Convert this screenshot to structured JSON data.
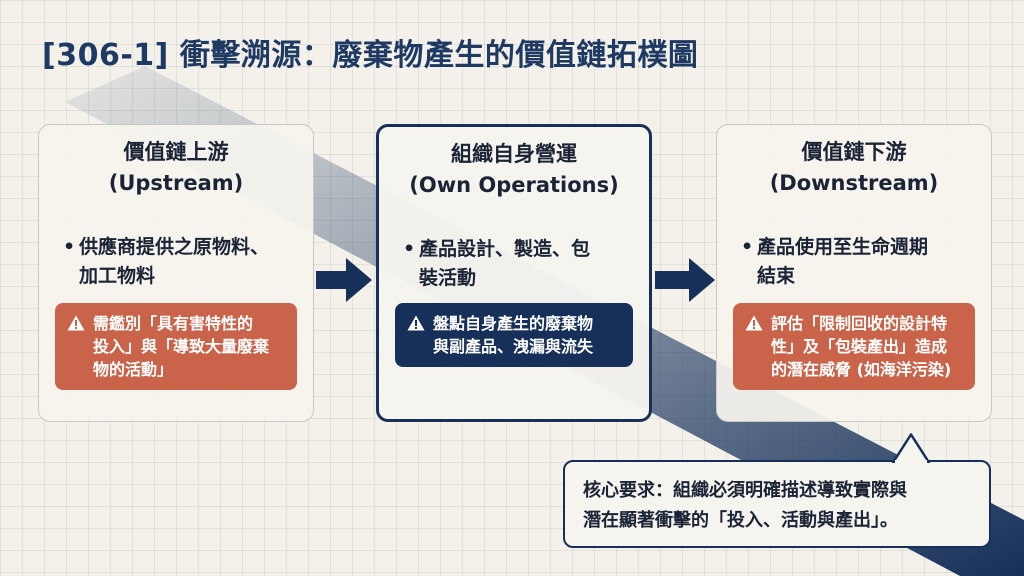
{
  "title": "[306-1] 衝擊溯源：廢棄物產生的價值鏈拓樸圖",
  "upstream": {
    "name": "價值鏈上游",
    "name_en": "(Upstream)",
    "bullet_line1": "供應商提供之原物料、",
    "bullet_line2": "加工物料",
    "warning_line1": "需鑑別「具有害特性的",
    "warning_line2": "投入」與「導致大量廢棄",
    "warning_line3": "物的活動」"
  },
  "operations": {
    "name": "組織自身營運",
    "name_en": "(Own Operations)",
    "bullet_line1": "產品設計、製造、包",
    "bullet_line2": "裝活動",
    "warning_line1": "盤點自身產生的廢棄物",
    "warning_line2": "與副產品、洩漏與流失"
  },
  "downstream": {
    "name": "價值鏈下游",
    "name_en": "(Downstream)",
    "bullet_line1": "產品使用至生命週期",
    "bullet_line2": "結束",
    "warning_line1": "評估「限制回收的設計特",
    "warning_line2": "性」及「包裝產出」造成",
    "warning_line3": "的潛在威脅 (如海洋污染)"
  },
  "callout": {
    "line1": "核心要求：組織必須明確描述導致實際與",
    "line2": "潛在顯著衝擊的「投入、活動與產出」。"
  },
  "colors": {
    "navy": "#16305a",
    "title": "#1e3a63",
    "warning_red": "#c9634a",
    "background": "#f3f1ea"
  },
  "icons": {
    "warning": "warning-triangle-icon",
    "flow": "right-arrow-icon"
  }
}
